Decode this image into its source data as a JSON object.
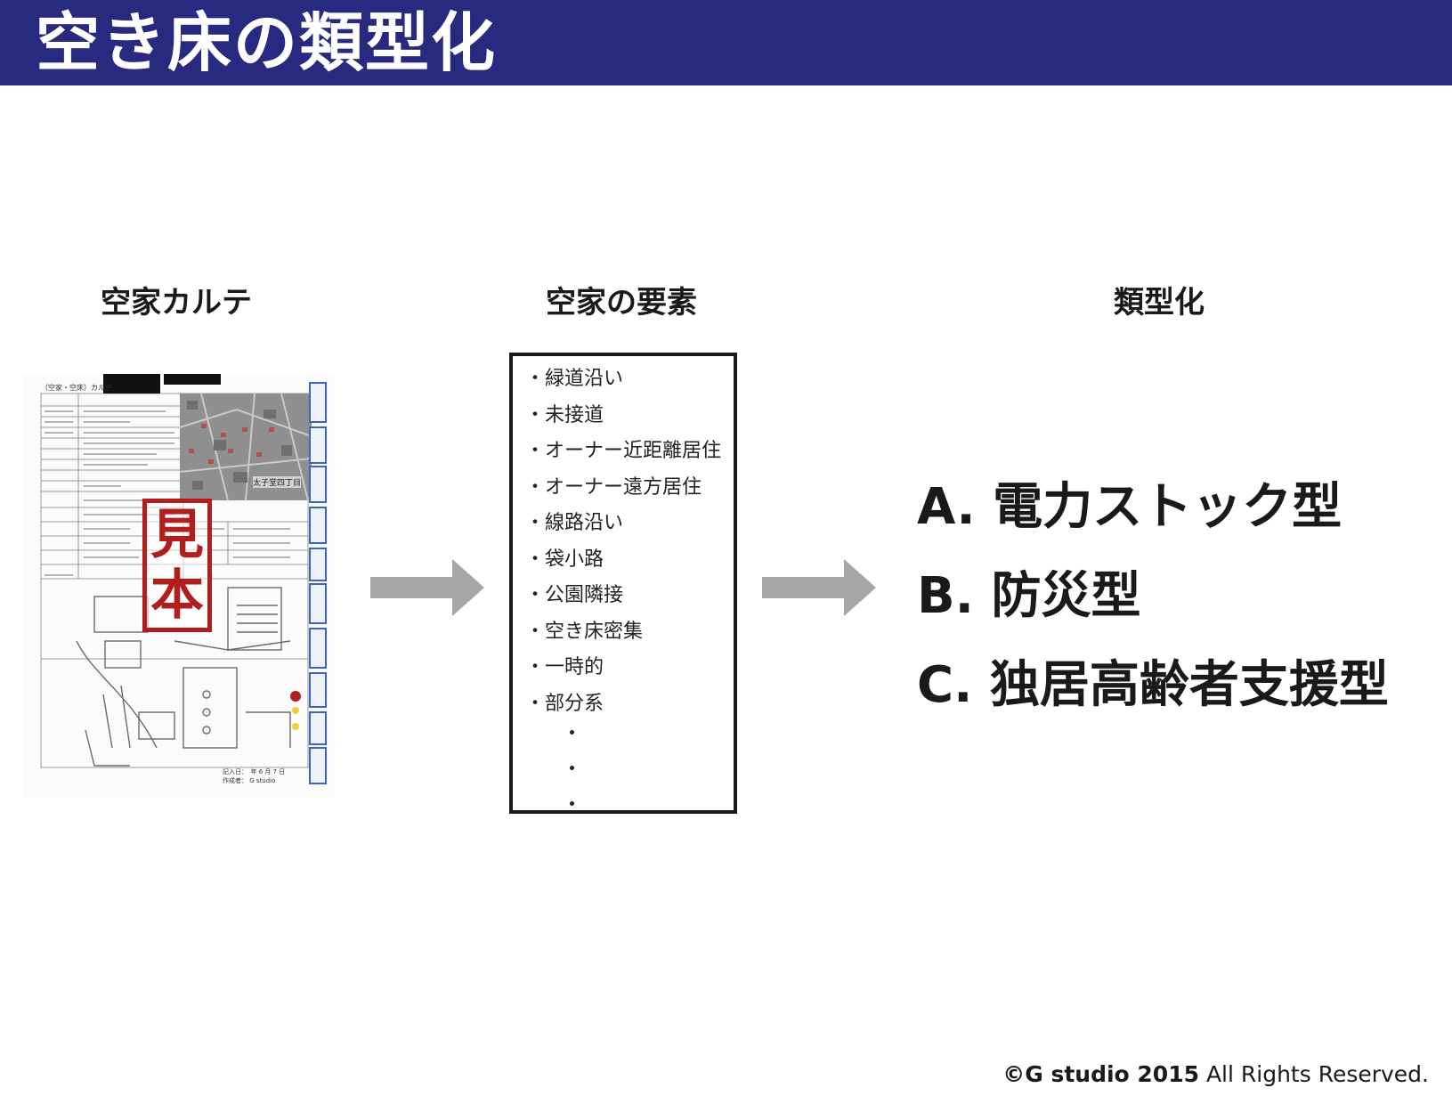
{
  "header": {
    "title": "空き床の類型化"
  },
  "columns": {
    "karte": {
      "heading": "空家カルテ"
    },
    "elements": {
      "heading": "空家の要素"
    },
    "types": {
      "heading": "類型化"
    }
  },
  "document": {
    "title": "（空家・空床）カルテ",
    "place_label": "太子堂四丁目",
    "stamp": [
      "見",
      "本"
    ],
    "footer_note": "記入日：　年 6 月 7 日\n作成者： G studio"
  },
  "elements": [
    "緑道沿い",
    "未接道",
    "オーナー近距離居住",
    "オーナー遠方居住",
    "線路沿い",
    "袋小路",
    "公園隣接",
    "空き床密集",
    "一時的",
    "部分系"
  ],
  "types": [
    "A. 電力ストック型",
    "B. 防災型",
    "C. 独居高齢者支援型"
  ],
  "copyright": {
    "brand": "©G studio 2015",
    "rest": " All Rights Reserved."
  },
  "colors": {
    "header_bg": "#272a7e",
    "stamp": "#b01e1e",
    "arrow": "#a6a6a6"
  }
}
